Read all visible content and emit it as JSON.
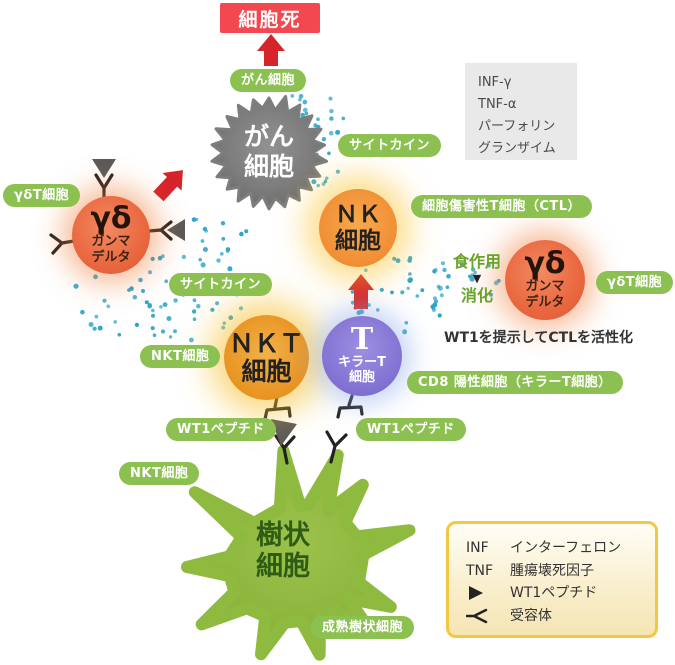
{
  "death_box": {
    "label": "細胞死"
  },
  "cytokine_box": {
    "lines": [
      "INF-γ",
      "TNF-α",
      "パーフォリン",
      "グランザイム"
    ]
  },
  "labels": {
    "cancer_cell_pill": "がん細胞",
    "cytokine_upper": "サイトカイン",
    "cytokine_mid": "サイトカイン",
    "gdt_left": "γδT細胞",
    "gdt_right": "γδT細胞",
    "ctl": "細胞傷害性T細胞（CTL）",
    "cd8": "CD8 陽性細胞（キラーT細胞）",
    "wt1_left": "WT1ペプチド",
    "wt1_right": "WT1ペプチド",
    "nkt_left": "NKT細胞",
    "nkt_bottom": "NKT細胞",
    "mature_dc": "成熟樹状細胞"
  },
  "cells": {
    "cancer": {
      "line1": "がん",
      "line2": "細胞"
    },
    "nk": {
      "line1": "ＮＫ",
      "line2": "細胞"
    },
    "nkt": {
      "line1": "ＮＫＴ",
      "line2": "細胞"
    },
    "gd_left": {
      "symbol": "γδ",
      "sub1": "ガンマ",
      "sub2": "デルタ"
    },
    "gd_right": {
      "symbol": "γδ",
      "sub1": "ガンマ",
      "sub2": "デルタ"
    },
    "killer_t": {
      "glyph": "T",
      "line1": "キラーT",
      "line2": "細胞"
    },
    "dendritic": {
      "line1": "樹状",
      "line2": "細胞"
    }
  },
  "annotations": {
    "phagocytosis": "食作用",
    "down_arrow": "▼",
    "digestion": "消化",
    "wt1_note": "WT1を提示してCTLを活性化"
  },
  "legend": {
    "inf_key": "INF",
    "inf_val": "インターフェロン",
    "tnf_key": "TNF",
    "tnf_val": "腫瘍壊死因子",
    "wt1_val": "WT1ペプチド",
    "receptor_val": "受容体"
  },
  "colors": {
    "pill_green": "#8cc152",
    "arrow_red": "#d6242b",
    "death_red": "#f3484f",
    "cytokine_dot": "#2ba4c8",
    "legend_border": "#f5c63f",
    "cancer_gray": "#7d7d7d",
    "dendritic_green": "#8fba40"
  }
}
